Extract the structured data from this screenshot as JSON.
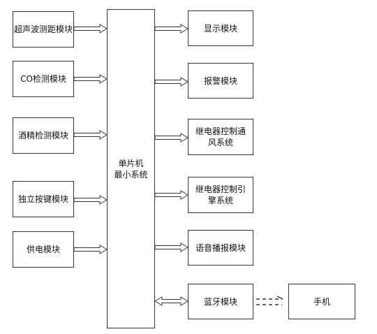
{
  "left_modules": [
    {
      "id": "ultrasonic",
      "label": "超声波测距模块"
    },
    {
      "id": "co",
      "label": "CO检测模块"
    },
    {
      "id": "alcohol",
      "label": "酒精检测模块"
    },
    {
      "id": "keys",
      "label": "独立按键模块"
    },
    {
      "id": "power",
      "label": "供电模块"
    }
  ],
  "mcu": {
    "line1": "单片机",
    "line2": "最小系统"
  },
  "right_modules": [
    {
      "id": "display",
      "label": "显示模块"
    },
    {
      "id": "alarm",
      "label": "报警模块"
    },
    {
      "id": "relay_vent",
      "label": "继电器控制通风系统"
    },
    {
      "id": "relay_engine",
      "label": "继电器控制引擎系统"
    },
    {
      "id": "voice",
      "label": "语音播报模块"
    },
    {
      "id": "bluetooth",
      "label": "蓝牙模块"
    }
  ],
  "phone": {
    "label": "手机"
  }
}
